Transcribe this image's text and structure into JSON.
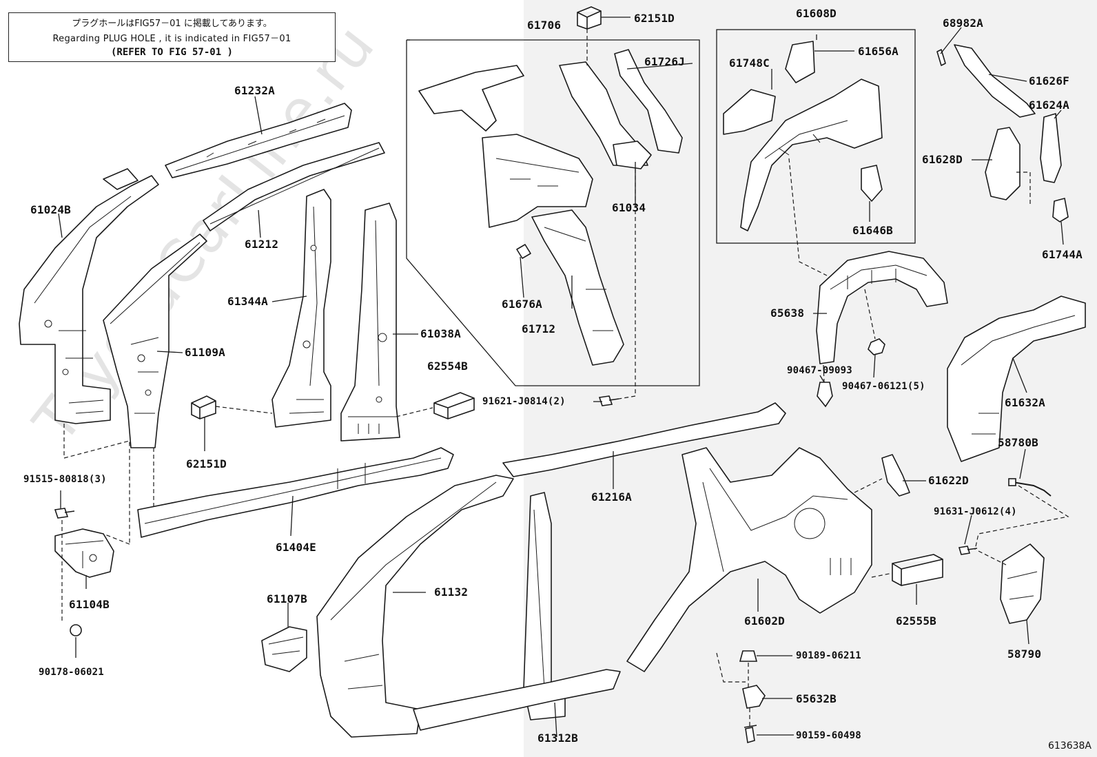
{
  "note": {
    "line1": "プラグホールはFIG57－01 に掲載してあります。",
    "line2": "Regarding  PLUG HOLE , it is indicated in FIG57－01",
    "line3": "(REFER TO FIG 57-01 )"
  },
  "watermark": "ToyotaCarLine.ru",
  "figure_id": "613638A",
  "labels": {
    "p61232A": "61232A",
    "p61024B": "61024B",
    "p61212": "61212",
    "p61344A": "61344A",
    "p61109A": "61109A",
    "p61038A": "61038A",
    "p62554B": "62554B",
    "p62151D_low": "62151D",
    "p91515": "91515-80818(3)",
    "p61104B": "61104B",
    "p90178": "90178-06021",
    "p61404E": "61404E",
    "p61107B": "61107B",
    "p61132": "61132",
    "p61312B": "61312B",
    "p61216A": "61216A",
    "p91621": "91621-J0814(2)",
    "p61706": "61706",
    "p62151D_top": "62151D",
    "p61726J": "61726J",
    "p61034": "61034",
    "p61676A": "61676A",
    "p61712": "61712",
    "p61608D": "61608D",
    "p61748C": "61748C",
    "p61656A": "61656A",
    "p61646B": "61646B",
    "p68982A": "68982A",
    "p61626F": "61626F",
    "p61624A": "61624A",
    "p61628D": "61628D",
    "p61744A": "61744A",
    "p65638": "65638",
    "p90467_09093": "90467-09093",
    "p90467_06121": "90467-06121(5)",
    "p61632A": "61632A",
    "p58780B": "58780B",
    "p61622D": "61622D",
    "p91631": "91631-J0612(4)",
    "p61602D": "61602D",
    "p62555B": "62555B",
    "p58790": "58790",
    "p90189": "90189-06211",
    "p65632B": "65632B",
    "p90159": "90159-60498"
  }
}
